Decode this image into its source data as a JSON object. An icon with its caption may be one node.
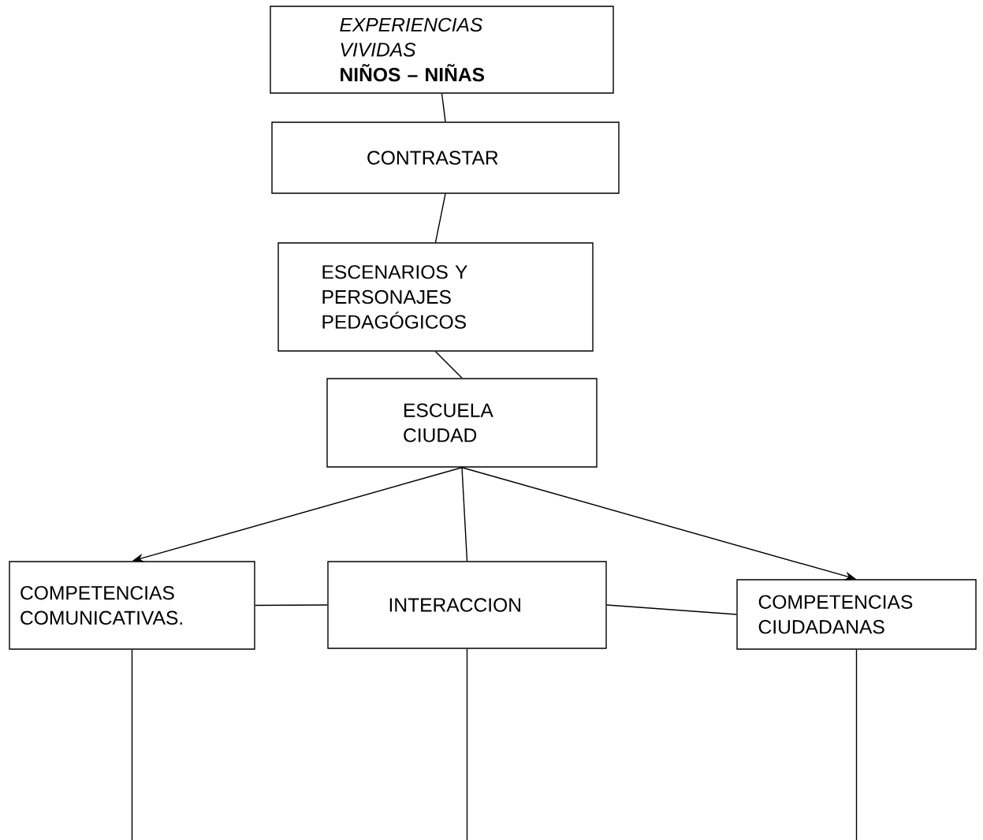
{
  "diagram": {
    "nodes": [
      {
        "text": [
          "EXPERIENCIAS VIVIDAS",
          "NIÑOS – NIÑAS"
        ]
      },
      {
        "text": [
          "CONTRASTAR"
        ]
      },
      {
        "text": [
          "ESCENARIOS Y PERSONAJES PEDAGÓGICOS"
        ]
      },
      {
        "text": [
          "ESCUELA CIUDAD"
        ]
      },
      {
        "text": [
          "COMPETENCIAS COMUNICATIVAS."
        ]
      },
      {
        "text": [
          "INTERACCION"
        ]
      },
      {
        "text": [
          "COMPETENCIAS CIUDADANAS"
        ]
      }
    ],
    "edges": [
      {
        "from": 0,
        "to": 1,
        "arrow": "none"
      },
      {
        "from": 1,
        "to": 2,
        "arrow": "none"
      },
      {
        "from": 2,
        "to": 3,
        "arrow": "none"
      },
      {
        "from": 3,
        "to": 4,
        "arrow": "to"
      },
      {
        "from": 3,
        "to": 5,
        "arrow": "none"
      },
      {
        "from": 3,
        "to": 6,
        "arrow": "to"
      },
      {
        "from": 4,
        "to": 5,
        "arrow": "none"
      },
      {
        "from": 5,
        "to": 6,
        "arrow": "none"
      },
      {
        "from": 4,
        "to": null,
        "arrow": "none"
      },
      {
        "from": 5,
        "to": null,
        "arrow": "none"
      },
      {
        "from": 6,
        "to": null,
        "arrow": "none"
      }
    ]
  }
}
